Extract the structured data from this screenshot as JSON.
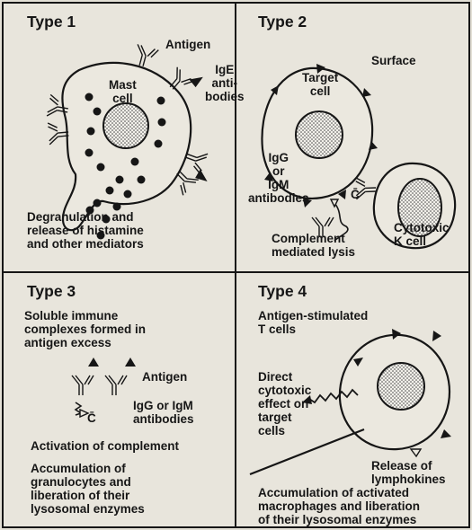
{
  "panels": {
    "type1": {
      "title": "Type 1",
      "antigen": "Antigen",
      "ige": "IgE\nanti-\nbodies",
      "mast_cell": "Mast\ncell",
      "caption": "Degranulation and\nrelease of histamine\nand other mediators"
    },
    "type2": {
      "title": "Type 2",
      "surface": "Surface",
      "target_cell": "Target\ncell",
      "igg_igm": "IgG\nor\nIgM\nantibodies",
      "complement_symbol": "C̄",
      "cytotoxic": "Cytotoxic\nK cell",
      "caption": "Complement\nmediated lysis"
    },
    "type3": {
      "title": "Type 3",
      "soluble": "Soluble immune\ncomplexes formed in\nantigen excess",
      "antigen": "Antigen",
      "igg_igm": "IgG or IgM\nantibodies",
      "complement_symbol": "C̄",
      "activation": "Activation of complement",
      "caption": "Accumulation of\ngranulocytes and\nliberation of their\nlysosomal enzymes"
    },
    "type4": {
      "title": "Type 4",
      "antigen_stimulated": "Antigen-stimulated\nT cells",
      "direct": "Direct\ncytotoxic\neffect on\ntarget\ncells",
      "release": "Release of\nlymphokines",
      "caption": "Accumulation of activated\nmacrophages and liberation\nof their lysosomal enzymes"
    }
  },
  "colors": {
    "ink": "#161616",
    "paper": "#e3e0d6"
  }
}
